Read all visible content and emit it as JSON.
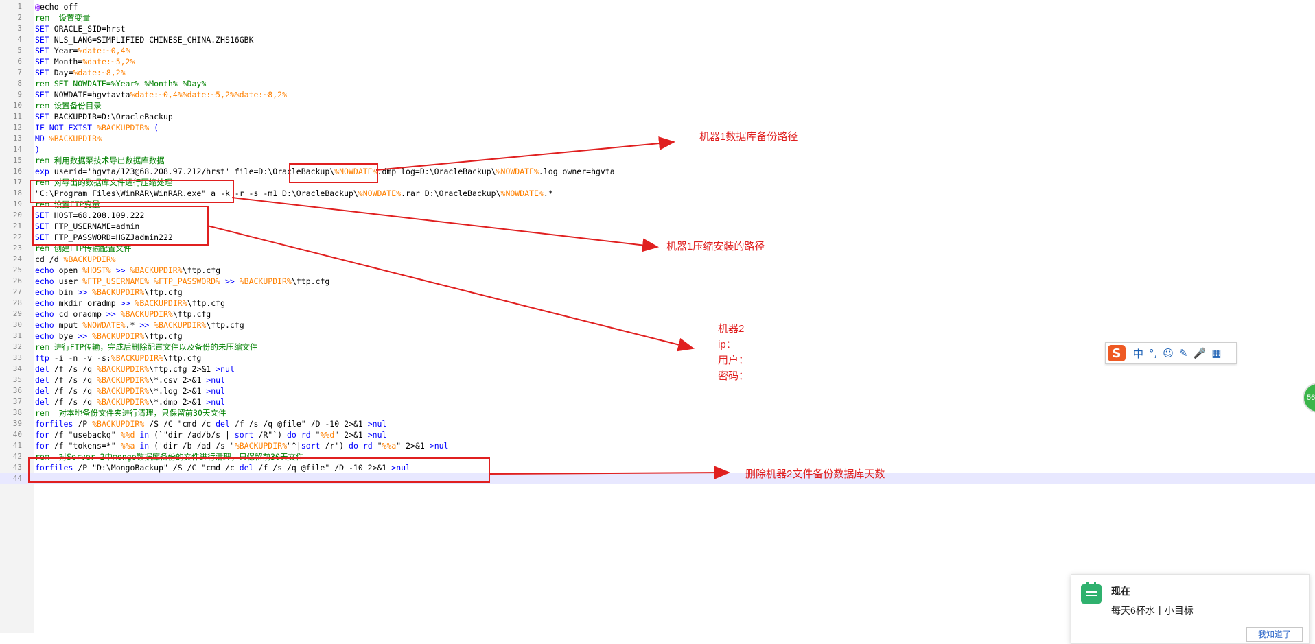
{
  "editor": {
    "current_line": 44,
    "lines": [
      {
        "n": "1",
        "segs": [
          {
            "t": "@",
            "c": "at"
          },
          {
            "t": "echo off"
          }
        ]
      },
      {
        "n": "2",
        "segs": [
          {
            "t": "rem  设置变量",
            "c": "rem"
          }
        ]
      },
      {
        "n": "3",
        "segs": [
          {
            "t": "SET",
            "c": "kw"
          },
          {
            "t": " ORACLE_SID=hrst"
          }
        ]
      },
      {
        "n": "4",
        "segs": [
          {
            "t": "SET",
            "c": "kw"
          },
          {
            "t": " NLS_LANG=SIMPLIFIED CHINESE_CHINA.ZHS16GBK"
          }
        ]
      },
      {
        "n": "5",
        "segs": [
          {
            "t": "SET",
            "c": "kw"
          },
          {
            "t": " Year="
          },
          {
            "t": "%date:~0,4%",
            "c": "var"
          }
        ]
      },
      {
        "n": "6",
        "segs": [
          {
            "t": "SET",
            "c": "kw"
          },
          {
            "t": " Month="
          },
          {
            "t": "%date:~5,2%",
            "c": "var"
          }
        ]
      },
      {
        "n": "7",
        "segs": [
          {
            "t": "SET",
            "c": "kw"
          },
          {
            "t": " Day="
          },
          {
            "t": "%date:~8,2%",
            "c": "var"
          }
        ]
      },
      {
        "n": "8",
        "segs": [
          {
            "t": "rem SET NOWDATE=%Year%_%Month%_%Day%",
            "c": "rem"
          }
        ]
      },
      {
        "n": "9",
        "segs": [
          {
            "t": "SET",
            "c": "kw"
          },
          {
            "t": " NOWDATE=hgvtavta"
          },
          {
            "t": "%date:~0,4%%date:~5,2%%date:~8,2%",
            "c": "var"
          }
        ]
      },
      {
        "n": "10",
        "segs": [
          {
            "t": "rem 设置备份目录",
            "c": "rem"
          }
        ]
      },
      {
        "n": "11",
        "segs": [
          {
            "t": "SET",
            "c": "kw"
          },
          {
            "t": " BACKUPDIR=D:\\OracleBackup"
          }
        ]
      },
      {
        "n": "12",
        "segs": [
          {
            "t": "IF NOT EXIST",
            "c": "kw"
          },
          {
            "t": " "
          },
          {
            "t": "%BACKUPDIR%",
            "c": "var"
          },
          {
            "t": " (",
            "c": "kw"
          }
        ]
      },
      {
        "n": "13",
        "segs": [
          {
            "t": "MD",
            "c": "kw"
          },
          {
            "t": " "
          },
          {
            "t": "%BACKUPDIR%",
            "c": "var"
          }
        ]
      },
      {
        "n": "14",
        "segs": [
          {
            "t": ")",
            "c": "kw"
          }
        ]
      },
      {
        "n": "15",
        "segs": [
          {
            "t": "rem 利用数据泵技术导出数据库数据",
            "c": "rem"
          }
        ]
      },
      {
        "n": "16",
        "segs": [
          {
            "t": "exp",
            "c": "kw"
          },
          {
            "t": " userid='hgvta/123@68.208.97.212/hrst' file=D:\\OracleBackup\\"
          },
          {
            "t": "%NOWDATE%",
            "c": "var"
          },
          {
            "t": ".dmp log=D:\\OracleBackup\\"
          },
          {
            "t": "%NOWDATE%",
            "c": "var"
          },
          {
            "t": ".log owner=hgvta"
          }
        ]
      },
      {
        "n": "17",
        "segs": [
          {
            "t": "rem 对导出的数据库文件进行压缩处理",
            "c": "rem"
          }
        ]
      },
      {
        "n": "18",
        "segs": [
          {
            "t": "\"C:\\Program Files\\WinRAR\\WinRAR.exe\" a -k -r -s -m1 D:\\OracleBackup\\"
          },
          {
            "t": "%NOWDATE%",
            "c": "var"
          },
          {
            "t": ".rar D:\\OracleBackup\\"
          },
          {
            "t": "%NOWDATE%",
            "c": "var"
          },
          {
            "t": ".*"
          }
        ]
      },
      {
        "n": "19",
        "segs": [
          {
            "t": "rem 设置FTP变量",
            "c": "rem"
          }
        ]
      },
      {
        "n": "20",
        "segs": [
          {
            "t": "SET",
            "c": "kw"
          },
          {
            "t": " HOST=68.208.109.222"
          }
        ]
      },
      {
        "n": "21",
        "segs": [
          {
            "t": "SET",
            "c": "kw"
          },
          {
            "t": " FTP_USERNAME=admin"
          }
        ]
      },
      {
        "n": "22",
        "segs": [
          {
            "t": "SET",
            "c": "kw"
          },
          {
            "t": " FTP_PASSWORD=HGZJadmin222"
          }
        ]
      },
      {
        "n": "23",
        "segs": [
          {
            "t": "rem 创建FTP传输配置文件",
            "c": "rem"
          }
        ]
      },
      {
        "n": "24",
        "segs": [
          {
            "t": "cd /d "
          },
          {
            "t": "%BACKUPDIR%",
            "c": "var"
          }
        ]
      },
      {
        "n": "25",
        "segs": [
          {
            "t": "echo",
            "c": "kw"
          },
          {
            "t": " open "
          },
          {
            "t": "%HOST%",
            "c": "var"
          },
          {
            "t": " >> ",
            "c": "kw"
          },
          {
            "t": "%BACKUPDIR%",
            "c": "var"
          },
          {
            "t": "\\ftp.cfg"
          }
        ]
      },
      {
        "n": "26",
        "segs": [
          {
            "t": "echo",
            "c": "kw"
          },
          {
            "t": " user "
          },
          {
            "t": "%FTP_USERNAME% %FTP_PASSWORD%",
            "c": "var"
          },
          {
            "t": " >> ",
            "c": "kw"
          },
          {
            "t": "%BACKUPDIR%",
            "c": "var"
          },
          {
            "t": "\\ftp.cfg"
          }
        ]
      },
      {
        "n": "27",
        "segs": [
          {
            "t": "echo",
            "c": "kw"
          },
          {
            "t": " bin "
          },
          {
            "t": ">>",
            "c": "kw"
          },
          {
            "t": " "
          },
          {
            "t": "%BACKUPDIR%",
            "c": "var"
          },
          {
            "t": "\\ftp.cfg"
          }
        ]
      },
      {
        "n": "28",
        "segs": [
          {
            "t": "echo",
            "c": "kw"
          },
          {
            "t": " mkdir oradmp "
          },
          {
            "t": ">>",
            "c": "kw"
          },
          {
            "t": " "
          },
          {
            "t": "%BACKUPDIR%",
            "c": "var"
          },
          {
            "t": "\\ftp.cfg"
          }
        ]
      },
      {
        "n": "29",
        "segs": [
          {
            "t": "echo",
            "c": "kw"
          },
          {
            "t": " cd oradmp "
          },
          {
            "t": ">>",
            "c": "kw"
          },
          {
            "t": " "
          },
          {
            "t": "%BACKUPDIR%",
            "c": "var"
          },
          {
            "t": "\\ftp.cfg"
          }
        ]
      },
      {
        "n": "30",
        "segs": [
          {
            "t": "echo",
            "c": "kw"
          },
          {
            "t": " mput "
          },
          {
            "t": "%NOWDATE%",
            "c": "var"
          },
          {
            "t": ".* "
          },
          {
            "t": ">>",
            "c": "kw"
          },
          {
            "t": " "
          },
          {
            "t": "%BACKUPDIR%",
            "c": "var"
          },
          {
            "t": "\\ftp.cfg"
          }
        ]
      },
      {
        "n": "31",
        "segs": [
          {
            "t": "echo",
            "c": "kw"
          },
          {
            "t": " bye "
          },
          {
            "t": ">>",
            "c": "kw"
          },
          {
            "t": " "
          },
          {
            "t": "%BACKUPDIR%",
            "c": "var"
          },
          {
            "t": "\\ftp.cfg"
          }
        ]
      },
      {
        "n": "32",
        "segs": [
          {
            "t": "rem 进行FTP传输，完成后删除配置文件以及备份的未压缩文件",
            "c": "rem"
          }
        ]
      },
      {
        "n": "33",
        "segs": [
          {
            "t": "ftp",
            "c": "kw"
          },
          {
            "t": " -i -n -v -s:"
          },
          {
            "t": "%BACKUPDIR%",
            "c": "var"
          },
          {
            "t": "\\ftp.cfg"
          }
        ]
      },
      {
        "n": "34",
        "segs": [
          {
            "t": "del",
            "c": "kw"
          },
          {
            "t": " /f /s /q "
          },
          {
            "t": "%BACKUPDIR%",
            "c": "var"
          },
          {
            "t": "\\ftp.cfg 2>&1 "
          },
          {
            "t": ">nul",
            "c": "kw"
          }
        ]
      },
      {
        "n": "35",
        "segs": [
          {
            "t": "del",
            "c": "kw"
          },
          {
            "t": " /f /s /q "
          },
          {
            "t": "%BACKUPDIR%",
            "c": "var"
          },
          {
            "t": "\\*.csv 2>&1 "
          },
          {
            "t": ">nul",
            "c": "kw"
          }
        ]
      },
      {
        "n": "36",
        "segs": [
          {
            "t": "del",
            "c": "kw"
          },
          {
            "t": " /f /s /q "
          },
          {
            "t": "%BACKUPDIR%",
            "c": "var"
          },
          {
            "t": "\\*.log 2>&1 "
          },
          {
            "t": ">nul",
            "c": "kw"
          }
        ]
      },
      {
        "n": "37",
        "segs": [
          {
            "t": "del",
            "c": "kw"
          },
          {
            "t": " /f /s /q "
          },
          {
            "t": "%BACKUPDIR%",
            "c": "var"
          },
          {
            "t": "\\*.dmp 2>&1 "
          },
          {
            "t": ">nul",
            "c": "kw"
          }
        ]
      },
      {
        "n": "38",
        "segs": [
          {
            "t": "rem  对本地备份文件夹进行清理，只保留前30天文件",
            "c": "rem"
          }
        ]
      },
      {
        "n": "39",
        "segs": [
          {
            "t": "forfiles",
            "c": "kw"
          },
          {
            "t": " /P "
          },
          {
            "t": "%BACKUPDIR%",
            "c": "var"
          },
          {
            "t": " /S /C \"cmd /c "
          },
          {
            "t": "del",
            "c": "kw"
          },
          {
            "t": " /f /s /q @file\" /D -10 2>&1 "
          },
          {
            "t": ">nul",
            "c": "kw"
          }
        ]
      },
      {
        "n": "40",
        "segs": [
          {
            "t": "for",
            "c": "kw"
          },
          {
            "t": " /f \"usebackq\" "
          },
          {
            "t": "%%d",
            "c": "var"
          },
          {
            "t": " in ",
            "c": "kw"
          },
          {
            "t": "(`\"dir /ad/b/s | "
          },
          {
            "t": "sort",
            "c": "kw"
          },
          {
            "t": " /R\"`) "
          },
          {
            "t": "do rd",
            "c": "kw"
          },
          {
            "t": " \""
          },
          {
            "t": "%%d",
            "c": "var"
          },
          {
            "t": "\" 2>&1 "
          },
          {
            "t": ">nul",
            "c": "kw"
          }
        ]
      },
      {
        "n": "41",
        "segs": [
          {
            "t": "for",
            "c": "kw"
          },
          {
            "t": " /f \"tokens=*\" "
          },
          {
            "t": "%%a",
            "c": "var"
          },
          {
            "t": " in ",
            "c": "kw"
          },
          {
            "t": "('dir /b /ad /s \""
          },
          {
            "t": "%BACKUPDIR%",
            "c": "var"
          },
          {
            "t": "\"^|"
          },
          {
            "t": "sort",
            "c": "kw"
          },
          {
            "t": " /r') "
          },
          {
            "t": "do rd",
            "c": "kw"
          },
          {
            "t": " \""
          },
          {
            "t": "%%a",
            "c": "var"
          },
          {
            "t": "\" 2>&1 "
          },
          {
            "t": ">nul",
            "c": "kw"
          }
        ]
      },
      {
        "n": "42",
        "segs": [
          {
            "t": "rem  对Server 2中mongo数据库备份的文件进行清理，只保留前30天文件",
            "c": "rem"
          }
        ]
      },
      {
        "n": "43",
        "segs": [
          {
            "t": "forfiles",
            "c": "kw"
          },
          {
            "t": " /P \"D:\\MongoBackup\" /S /C \"cmd /c "
          },
          {
            "t": "del",
            "c": "kw"
          },
          {
            "t": " /f /s /q @file\" /D -10 2>&1 "
          },
          {
            "t": ">nul",
            "c": "kw"
          }
        ]
      },
      {
        "n": "44",
        "segs": []
      }
    ]
  },
  "annotations": {
    "a1": "机器1数据库备份路径",
    "a2": "机器1压缩安装的路径",
    "a3_title": "机器2",
    "a3_ip": "ip：",
    "a3_user": "用户：",
    "a3_pass": "密码：",
    "a4": "删除机器2文件备份数据库天数"
  },
  "ime": {
    "logo_icon": "sogou-logo-icon",
    "items": [
      "中",
      "°,",
      "☺",
      "✎",
      "🎤",
      "▦"
    ]
  },
  "notification": {
    "title": "现在",
    "body": "每天6杯水丨小目标",
    "action": "我知道了",
    "icon": "calendar-icon"
  },
  "edge_button": "56",
  "colors": {
    "keyword": "#0000ff",
    "comment": "#008000",
    "variable": "#ff8000",
    "annotation": "#e02020"
  }
}
